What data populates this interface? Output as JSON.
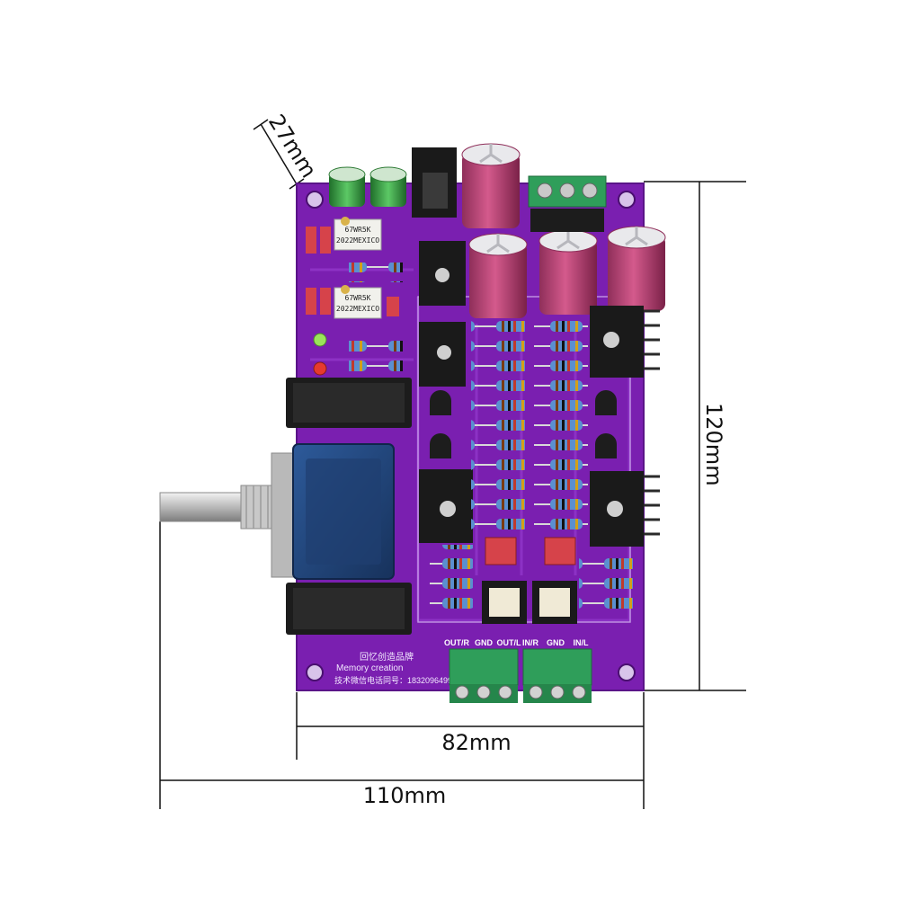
{
  "dimensions": {
    "depth": "27mm",
    "height": "120mm",
    "board_width": "82mm",
    "total_width": "110mm"
  },
  "board": {
    "brand_cn": "回忆创造品牌",
    "brand_en": "Memory creation",
    "contact_cn": "技术微信电话同号：18320964995",
    "trimmer_label_1": "67WR5K",
    "trimmer_code_1": "2022MEXICO",
    "trimmer_label_2": "67WR5K",
    "trimmer_code_2": "2022MEXICO"
  },
  "terminals": {
    "output": [
      "OUT/R",
      "GND",
      "OUT/L"
    ],
    "input": [
      "IN/R",
      "GND",
      "IN/L"
    ]
  },
  "colors": {
    "pcb": "#7a1fb0",
    "pcb_dark": "#5a1488",
    "capacitor_green": "#3fa84a",
    "capacitor_pink": "#c2487a",
    "terminal_green": "#2f9e5a",
    "pot_blue": "#23457a"
  }
}
